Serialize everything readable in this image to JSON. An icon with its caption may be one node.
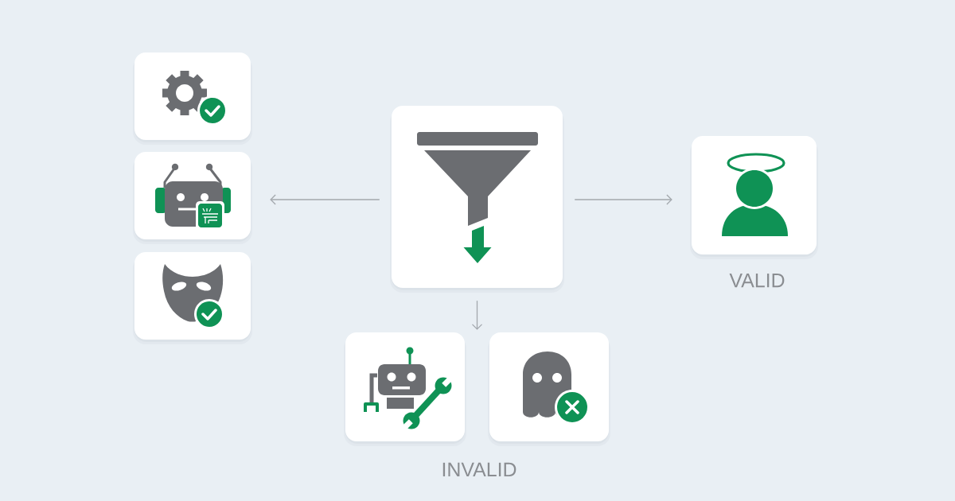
{
  "diagram": {
    "nodes": [
      {
        "text": [],
        "shape": "box"
      },
      {
        "text": [],
        "shape": "box"
      },
      {
        "text": [],
        "shape": "box"
      },
      {
        "text": [],
        "shape": "box"
      },
      {
        "text": [],
        "shape": "box",
        "beside": [
          "VALID"
        ]
      },
      {
        "text": [],
        "shape": "box"
      },
      {
        "text": [],
        "shape": "box"
      }
    ],
    "edges": [
      {
        "from": 3,
        "to": 1,
        "arrow": "to"
      },
      {
        "from": 3,
        "to": 4,
        "arrow": "to"
      },
      {
        "from": 3,
        "to": 5,
        "arrow": "to"
      },
      {
        "from": 3,
        "to": 6,
        "arrow": "to"
      }
    ],
    "labels": [
      "INVALID"
    ]
  }
}
